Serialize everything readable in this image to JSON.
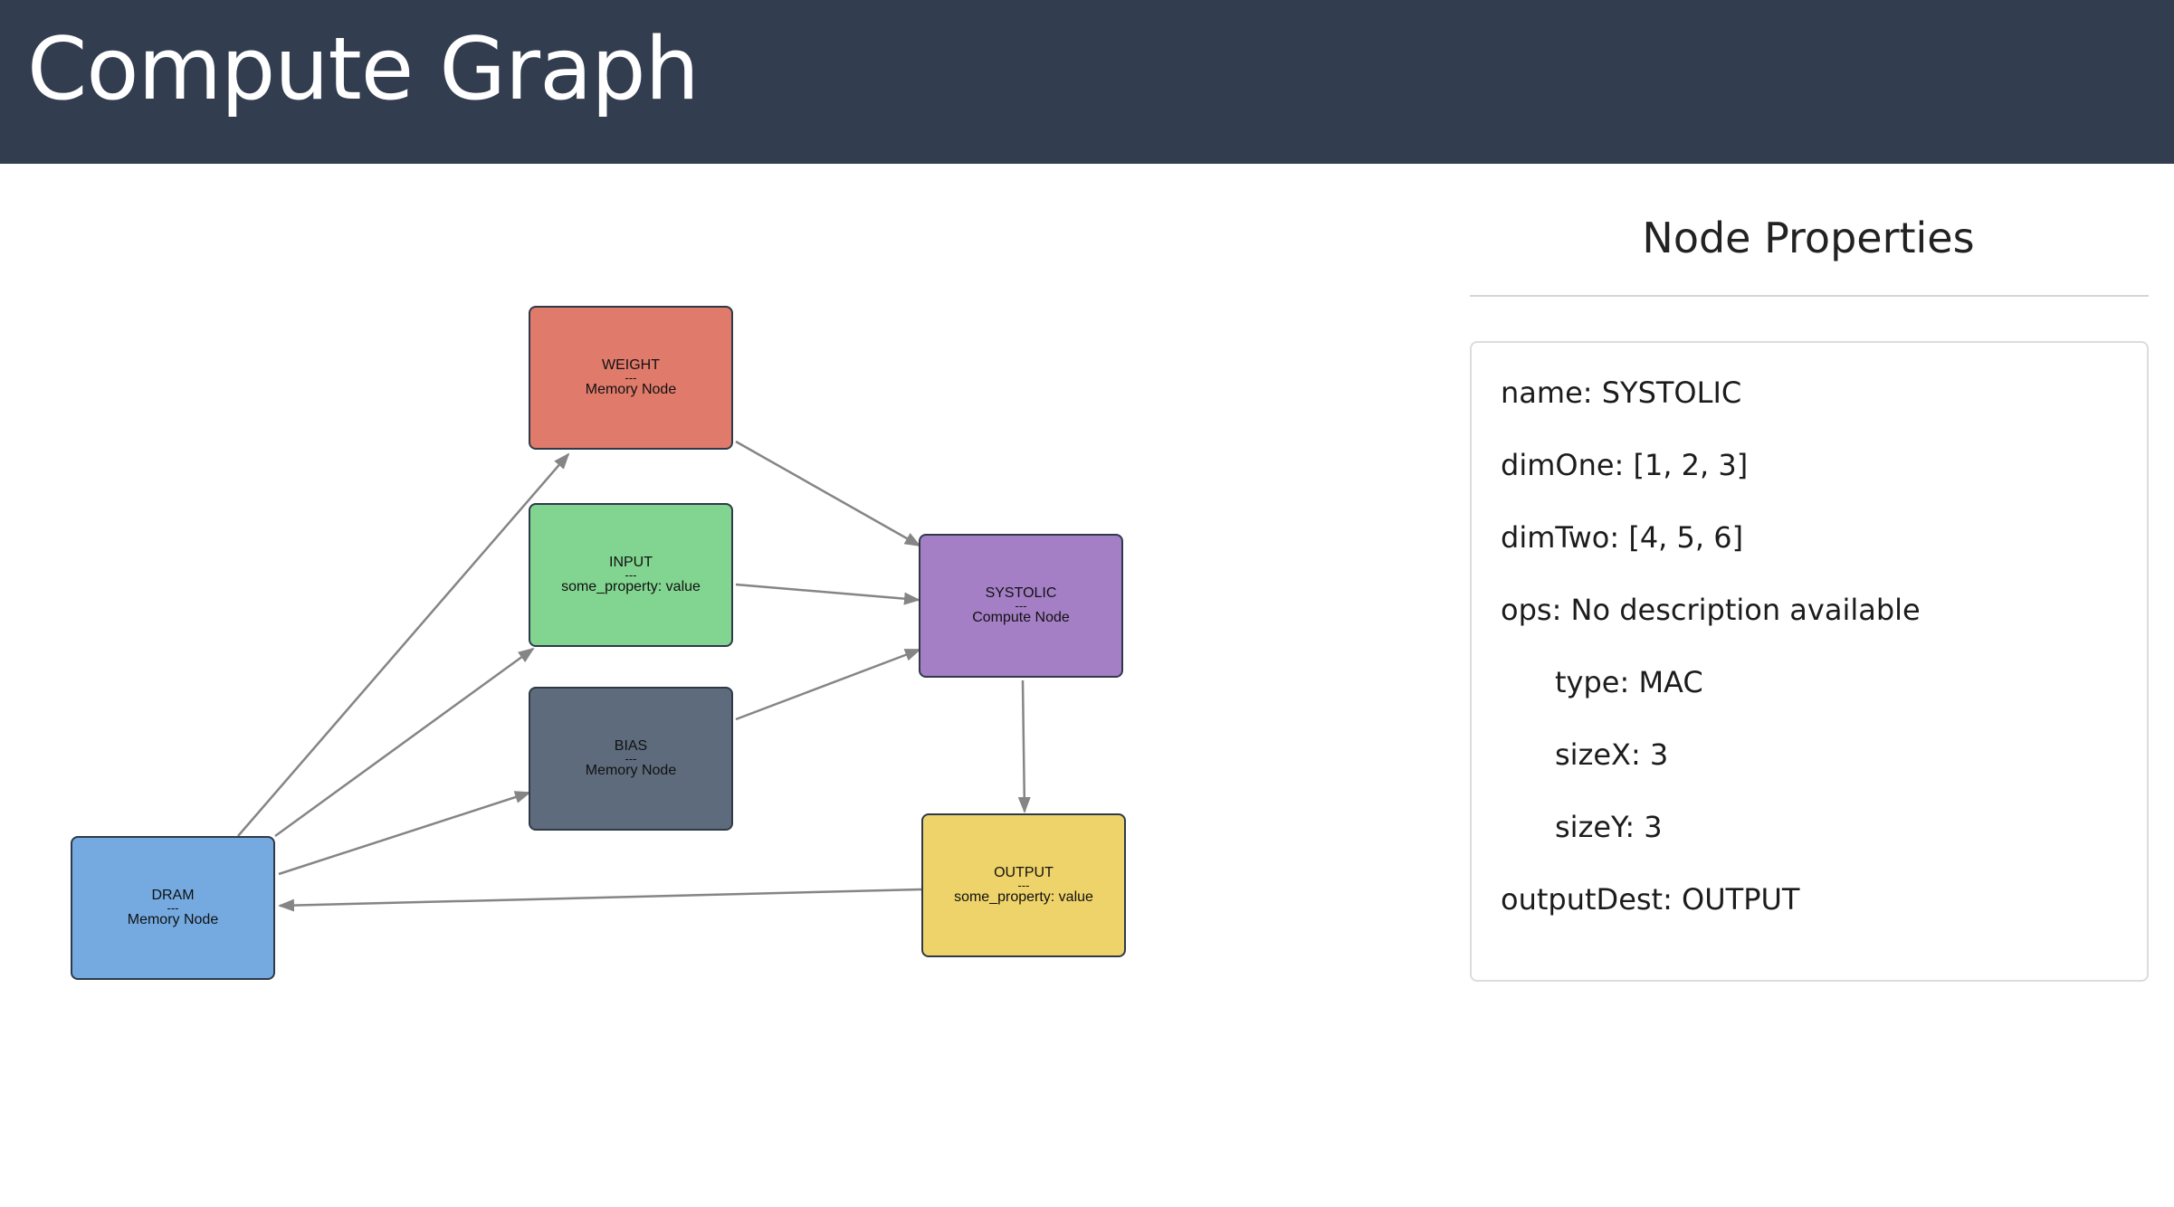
{
  "header": {
    "title": "Compute Graph"
  },
  "graph": {
    "nodes": [
      {
        "id": "weight",
        "name": "WEIGHT",
        "sep": "---",
        "sub": "Memory Node",
        "color": "#e07a6b"
      },
      {
        "id": "input",
        "name": "INPUT",
        "sep": "---",
        "sub": "some_property: value",
        "color": "#82d591"
      },
      {
        "id": "bias",
        "name": "BIAS",
        "sep": "---",
        "sub": "Memory Node",
        "color": "#5d6b7c"
      },
      {
        "id": "systolic",
        "name": "SYSTOLIC",
        "sep": "---",
        "sub": "Compute Node",
        "color": "#a57fc5"
      },
      {
        "id": "output",
        "name": "OUTPUT",
        "sep": "---",
        "sub": "some_property: value",
        "color": "#eed36a"
      },
      {
        "id": "dram",
        "name": "DRAM",
        "sep": "---",
        "sub": "Memory Node",
        "color": "#74aae0"
      }
    ],
    "edges": [
      {
        "from": "dram",
        "to": "weight"
      },
      {
        "from": "dram",
        "to": "input"
      },
      {
        "from": "dram",
        "to": "bias"
      },
      {
        "from": "weight",
        "to": "systolic"
      },
      {
        "from": "input",
        "to": "systolic"
      },
      {
        "from": "bias",
        "to": "systolic"
      },
      {
        "from": "systolic",
        "to": "output"
      },
      {
        "from": "output",
        "to": "dram"
      }
    ],
    "edge_color": "#858585"
  },
  "panel": {
    "title": "Node Properties",
    "properties": [
      {
        "text": "name: SYSTOLIC",
        "indent": false
      },
      {
        "text": "dimOne: [1, 2, 3]",
        "indent": false
      },
      {
        "text": "dimTwo: [4, 5, 6]",
        "indent": false
      },
      {
        "text": "ops: No description available",
        "indent": false
      },
      {
        "text": "type: MAC",
        "indent": true
      },
      {
        "text": "sizeX: 3",
        "indent": true
      },
      {
        "text": "sizeY: 3",
        "indent": true
      },
      {
        "text": "outputDest: OUTPUT",
        "indent": false
      }
    ]
  }
}
